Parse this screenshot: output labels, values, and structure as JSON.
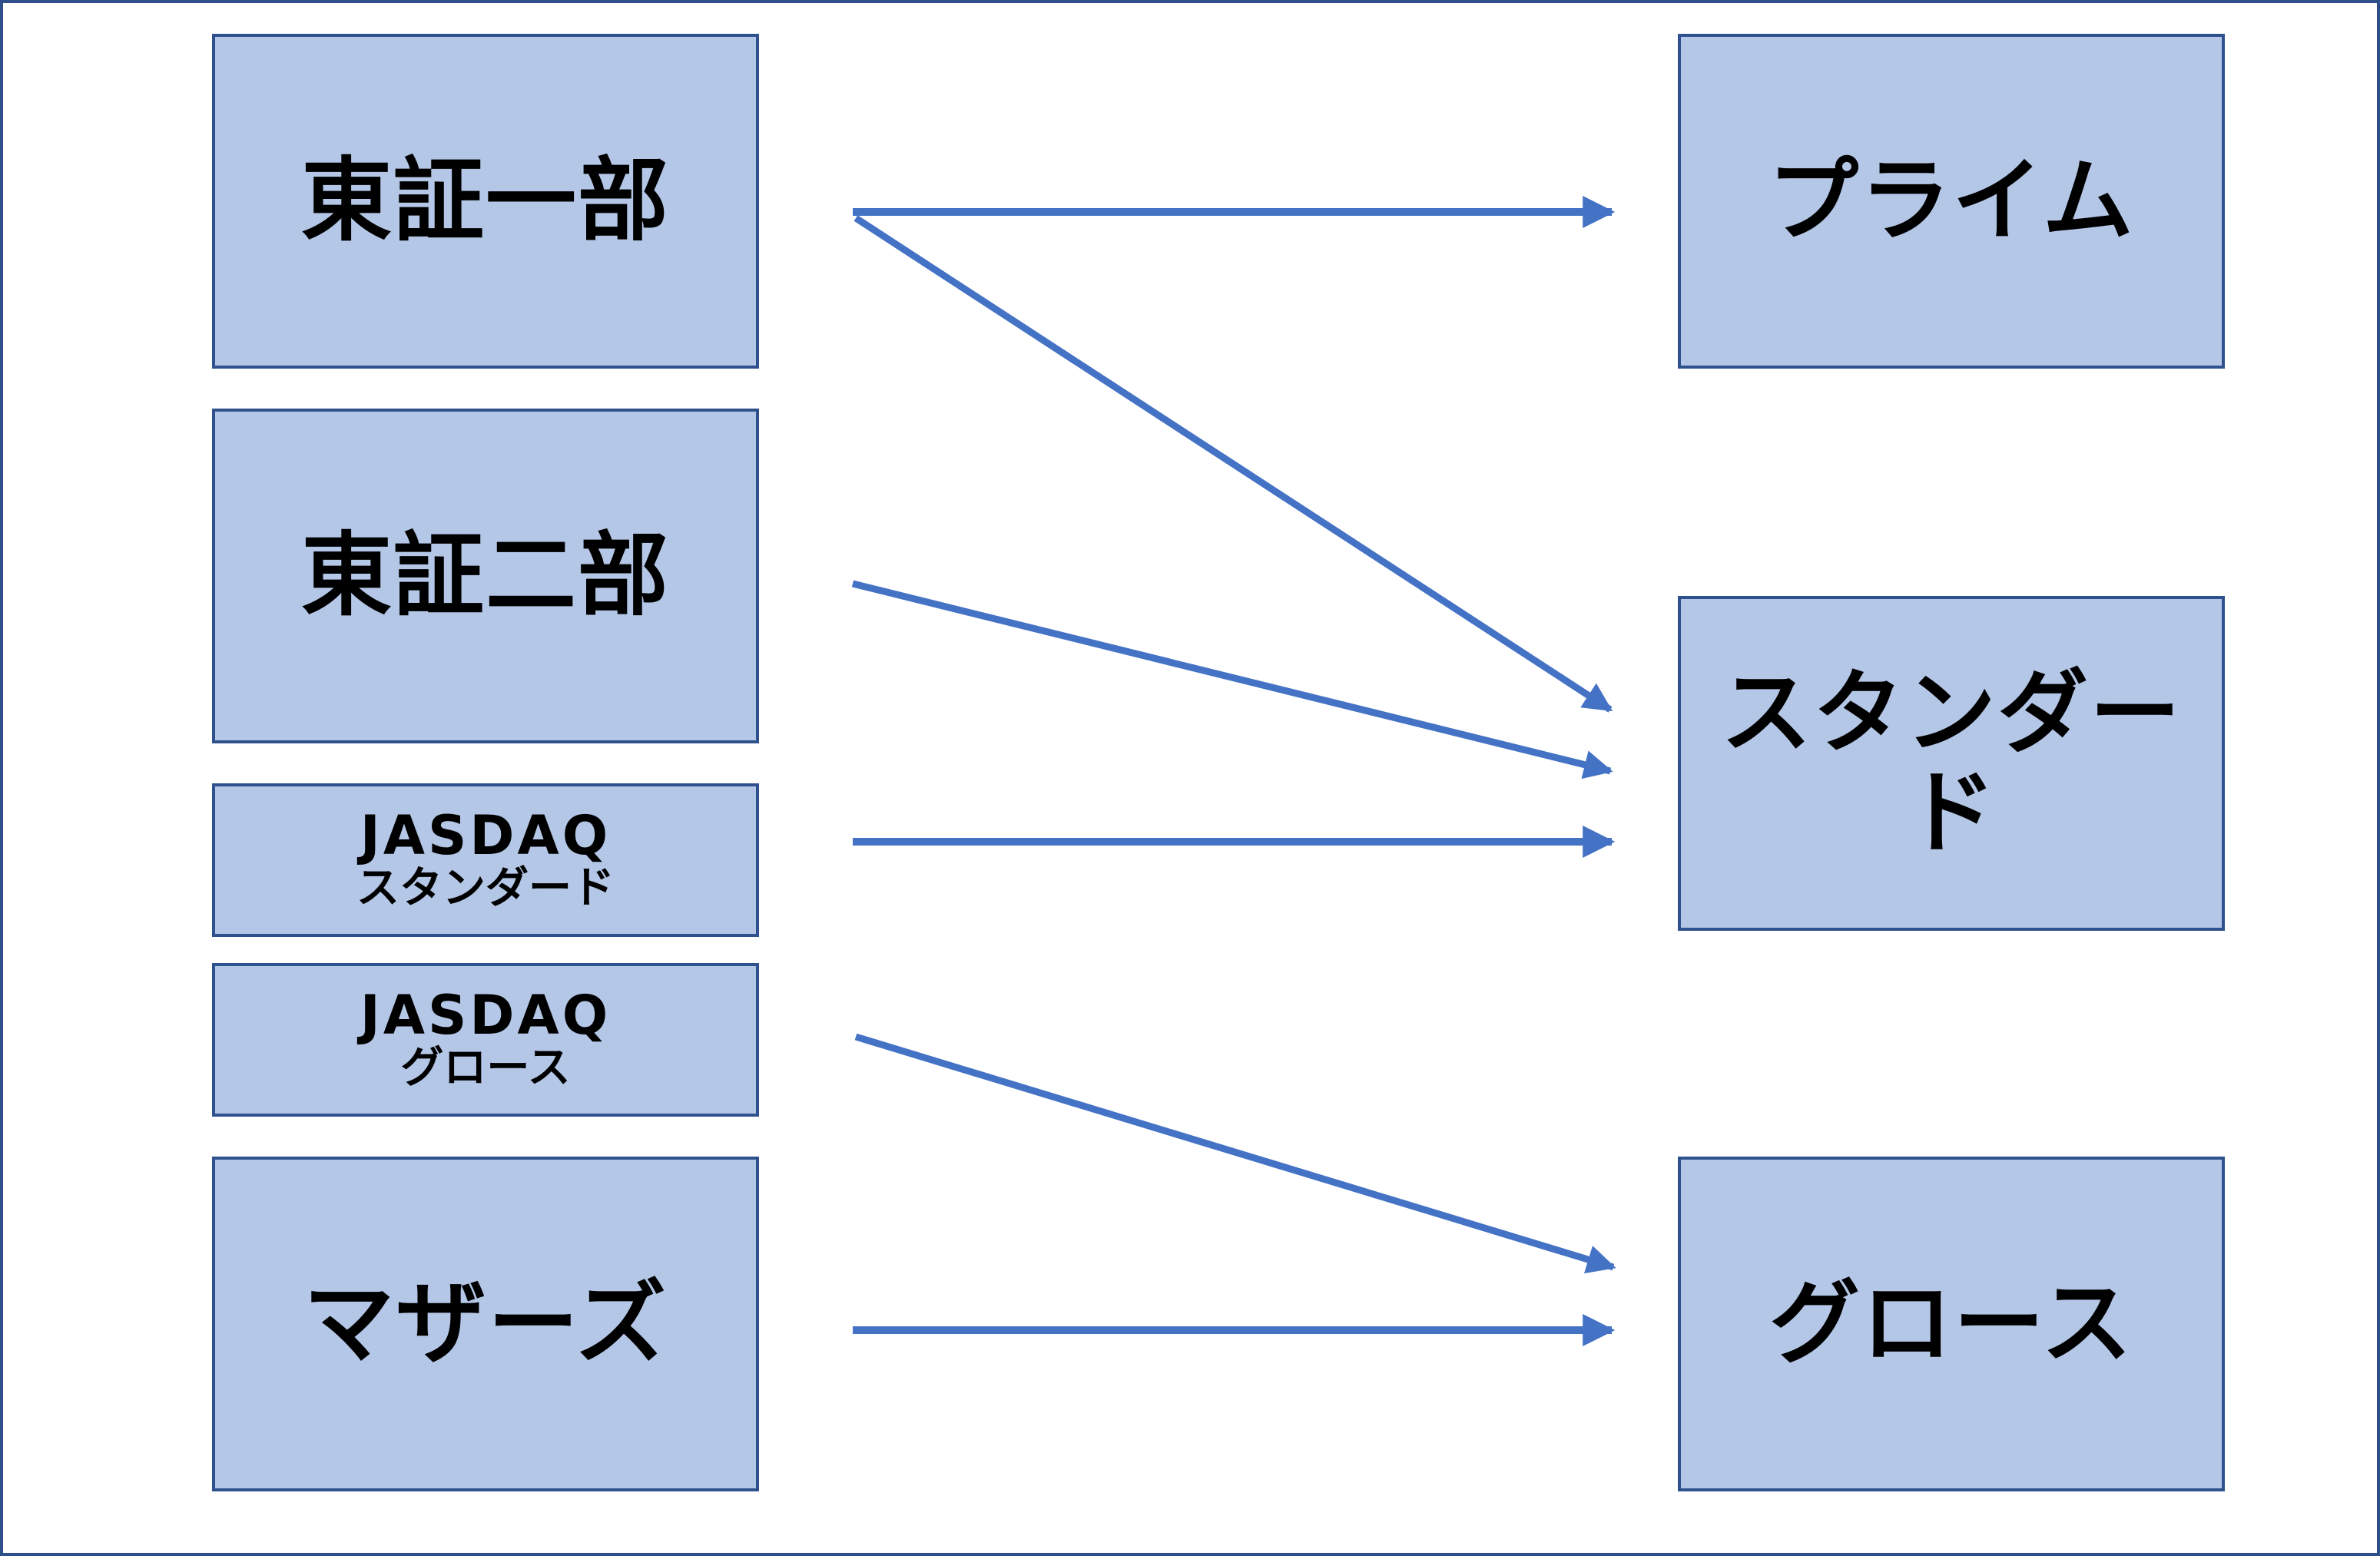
{
  "diagram": {
    "sources": {
      "tosho1": "東証一部",
      "tosho2": "東証二部",
      "jasdaq_standard": {
        "top": "JASDAQ",
        "bottom": "スタンダード"
      },
      "jasdaq_growth": {
        "top": "JASDAQ",
        "bottom": "グロース"
      },
      "mothers": "マザーズ"
    },
    "targets": {
      "prime": "プライム",
      "standard": "スタンダード",
      "growth": "グロース"
    },
    "edges": [
      {
        "from": "tosho1",
        "to": "prime"
      },
      {
        "from": "tosho1",
        "to": "standard"
      },
      {
        "from": "tosho2",
        "to": "standard"
      },
      {
        "from": "jasdaq_standard",
        "to": "standard"
      },
      {
        "from": "jasdaq_growth",
        "to": "growth"
      },
      {
        "from": "mothers",
        "to": "growth"
      }
    ],
    "colors": {
      "box_fill": "#B4C7E7",
      "box_border": "#2F528F",
      "arrow": "#4472C4"
    }
  }
}
